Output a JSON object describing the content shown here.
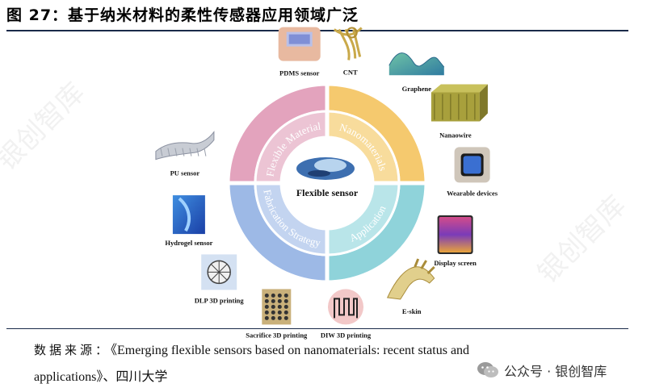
{
  "figure_title": "图 27：基于纳米材料的柔性传感器应用领域广泛",
  "diagram": {
    "center_label": "Flexible sensor",
    "quadrants": [
      {
        "label": "Flexible Material",
        "color": "#e3a3bd",
        "inner_color": "#ecc4d4"
      },
      {
        "label": "Nanomaterials",
        "color": "#f5c96e",
        "inner_color": "#f8dc9c"
      },
      {
        "label": "Application",
        "color": "#8fd3da",
        "inner_color": "#b9e5e9"
      },
      {
        "label": "Fabrication Strategy",
        "color": "#9db9e6",
        "inner_color": "#c3d4f0"
      }
    ],
    "items": [
      "PDMS sensor",
      "CNT",
      "Graphene",
      "Nanaowire",
      "Wearable devices",
      "Display screen",
      "E-skin",
      "DIW 3D printing",
      "Sacrifice 3D printing",
      "DLP 3D printing",
      "Hydrogel sensor",
      "PU sensor"
    ]
  },
  "source": {
    "label": "数据来源：",
    "line1_text": "《Emerging flexible sensors based on nanomaterials: recent status and",
    "line2_text": "applications》、四川大学"
  },
  "wechat": {
    "text": "公众号 · 银创智库"
  },
  "watermark_text": "银创智库"
}
